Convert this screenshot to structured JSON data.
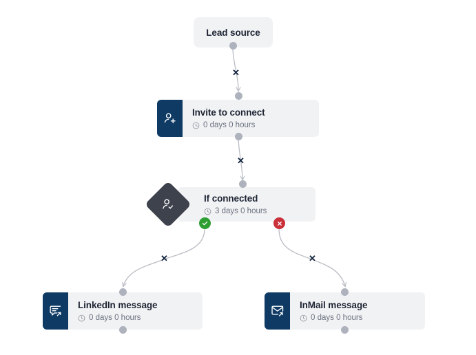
{
  "canvas": {
    "background": "#ffffff",
    "accent_navy": "#0e3a64",
    "card_background": "#f1f2f4",
    "diamond_color": "#3d424d",
    "port_color": "#adb2bd",
    "yes_color": "#2e9e32",
    "no_color": "#c9303a",
    "edge_color": "#b9bcc4"
  },
  "nodes": [
    {
      "id": "lead-source",
      "type": "start",
      "title": "Lead source",
      "icon": ""
    },
    {
      "id": "invite-to-connect",
      "type": "action",
      "title": "Invite to connect",
      "delay": "0 days 0 hours",
      "icon": "person-add-icon"
    },
    {
      "id": "if-connected",
      "type": "condition",
      "title": "If connected",
      "delay": "3 days 0 hours",
      "icon": "person-check-icon"
    },
    {
      "id": "linkedin-message",
      "type": "action",
      "title": "LinkedIn message",
      "delay": "0 days 0 hours",
      "icon": "chat-bubble-arrow-icon"
    },
    {
      "id": "inmail-message",
      "type": "action",
      "title": "InMail message",
      "delay": "0 days 0 hours",
      "icon": "envelope-arrow-icon"
    }
  ],
  "branches": {
    "yes_badge": "check-icon",
    "no_badge": "cross-icon"
  },
  "edges": [
    {
      "id": "edge-lead-to-invite",
      "from": "lead-source",
      "to": "invite-to-connect",
      "delete_label": "✕"
    },
    {
      "id": "edge-invite-to-if",
      "from": "invite-to-connect",
      "to": "if-connected",
      "delete_label": "✕"
    },
    {
      "id": "edge-if-yes-linkedin",
      "from": "if-connected",
      "to": "linkedin-message",
      "delete_label": "✕"
    },
    {
      "id": "edge-if-no-inmail",
      "from": "if-connected",
      "to": "inmail-message",
      "delete_label": "✕"
    }
  ],
  "labels": {
    "delete_edge": "✕"
  }
}
